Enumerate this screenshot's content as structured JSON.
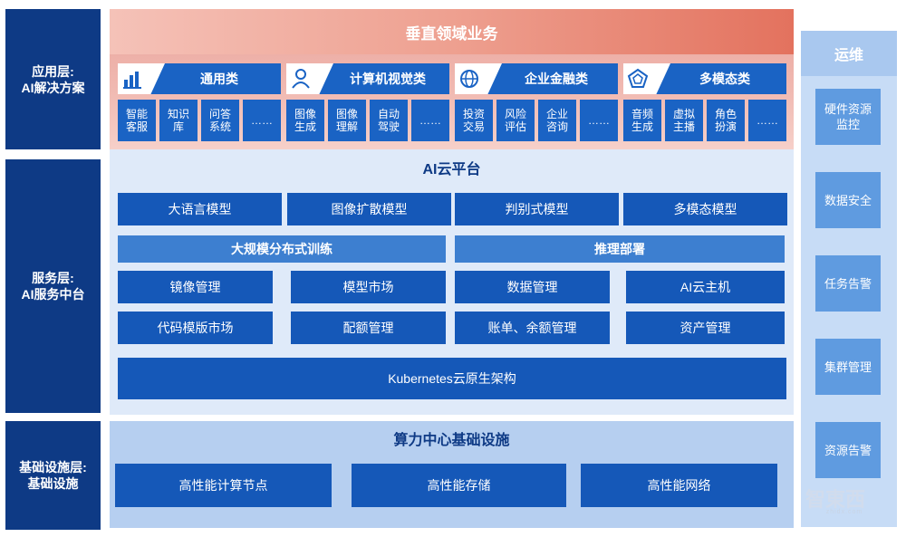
{
  "layers": {
    "app": "应用层:\nAI解决方案",
    "service": "服务层:\nAI服务中台",
    "infra": "基础设施层:\n基础设施"
  },
  "app_section": {
    "title": "垂直领域业务",
    "categories": [
      {
        "name": "通用类",
        "icon": "bar-chart-icon",
        "items": [
          "智能\n客服",
          "知识\n库",
          "问答\n系统",
          "……"
        ]
      },
      {
        "name": "计算机视觉类",
        "icon": "person-icon",
        "items": [
          "图像\n生成",
          "图像\n理解",
          "自动\n驾驶",
          "……"
        ]
      },
      {
        "name": "企业金融类",
        "icon": "globe-icon",
        "items": [
          "投资\n交易",
          "风险\n评估",
          "企业\n咨询",
          "……"
        ]
      },
      {
        "name": "多模态类",
        "icon": "pentagon-icon",
        "items": [
          "音频\n生成",
          "虚拟\n主播",
          "角色\n扮演",
          "……"
        ]
      }
    ]
  },
  "platform": {
    "title": "AI云平台",
    "models": [
      "大语言模型",
      "图像扩散模型",
      "判别式模型",
      "多模态模型"
    ],
    "mid": [
      "大规模分布式训练",
      "推理部署"
    ],
    "row1": [
      "镜像管理",
      "模型市场",
      "数据管理",
      "AI云主机"
    ],
    "row2": [
      "代码模版市场",
      "配额管理",
      "账单、余额管理",
      "资产管理"
    ],
    "k8s": "Kubernetes云原生架构"
  },
  "infra": {
    "title": "算力中心基础设施",
    "items": [
      "高性能计算节点",
      "高性能存储",
      "高性能网络"
    ]
  },
  "ops": {
    "title": "运维",
    "items": [
      "硬件资源\n监控",
      "数据安全",
      "任务告警",
      "集群管理",
      "资源告警"
    ]
  },
  "watermark": {
    "text": "智東西",
    "sub": "zhidx.com"
  },
  "colors": {
    "dark_blue": "#0e3a85",
    "box_blue": "#1558b8",
    "mid_blue": "#3d7fd0",
    "ops_blue": "#5f9be0",
    "header_red": "#e3725e"
  }
}
